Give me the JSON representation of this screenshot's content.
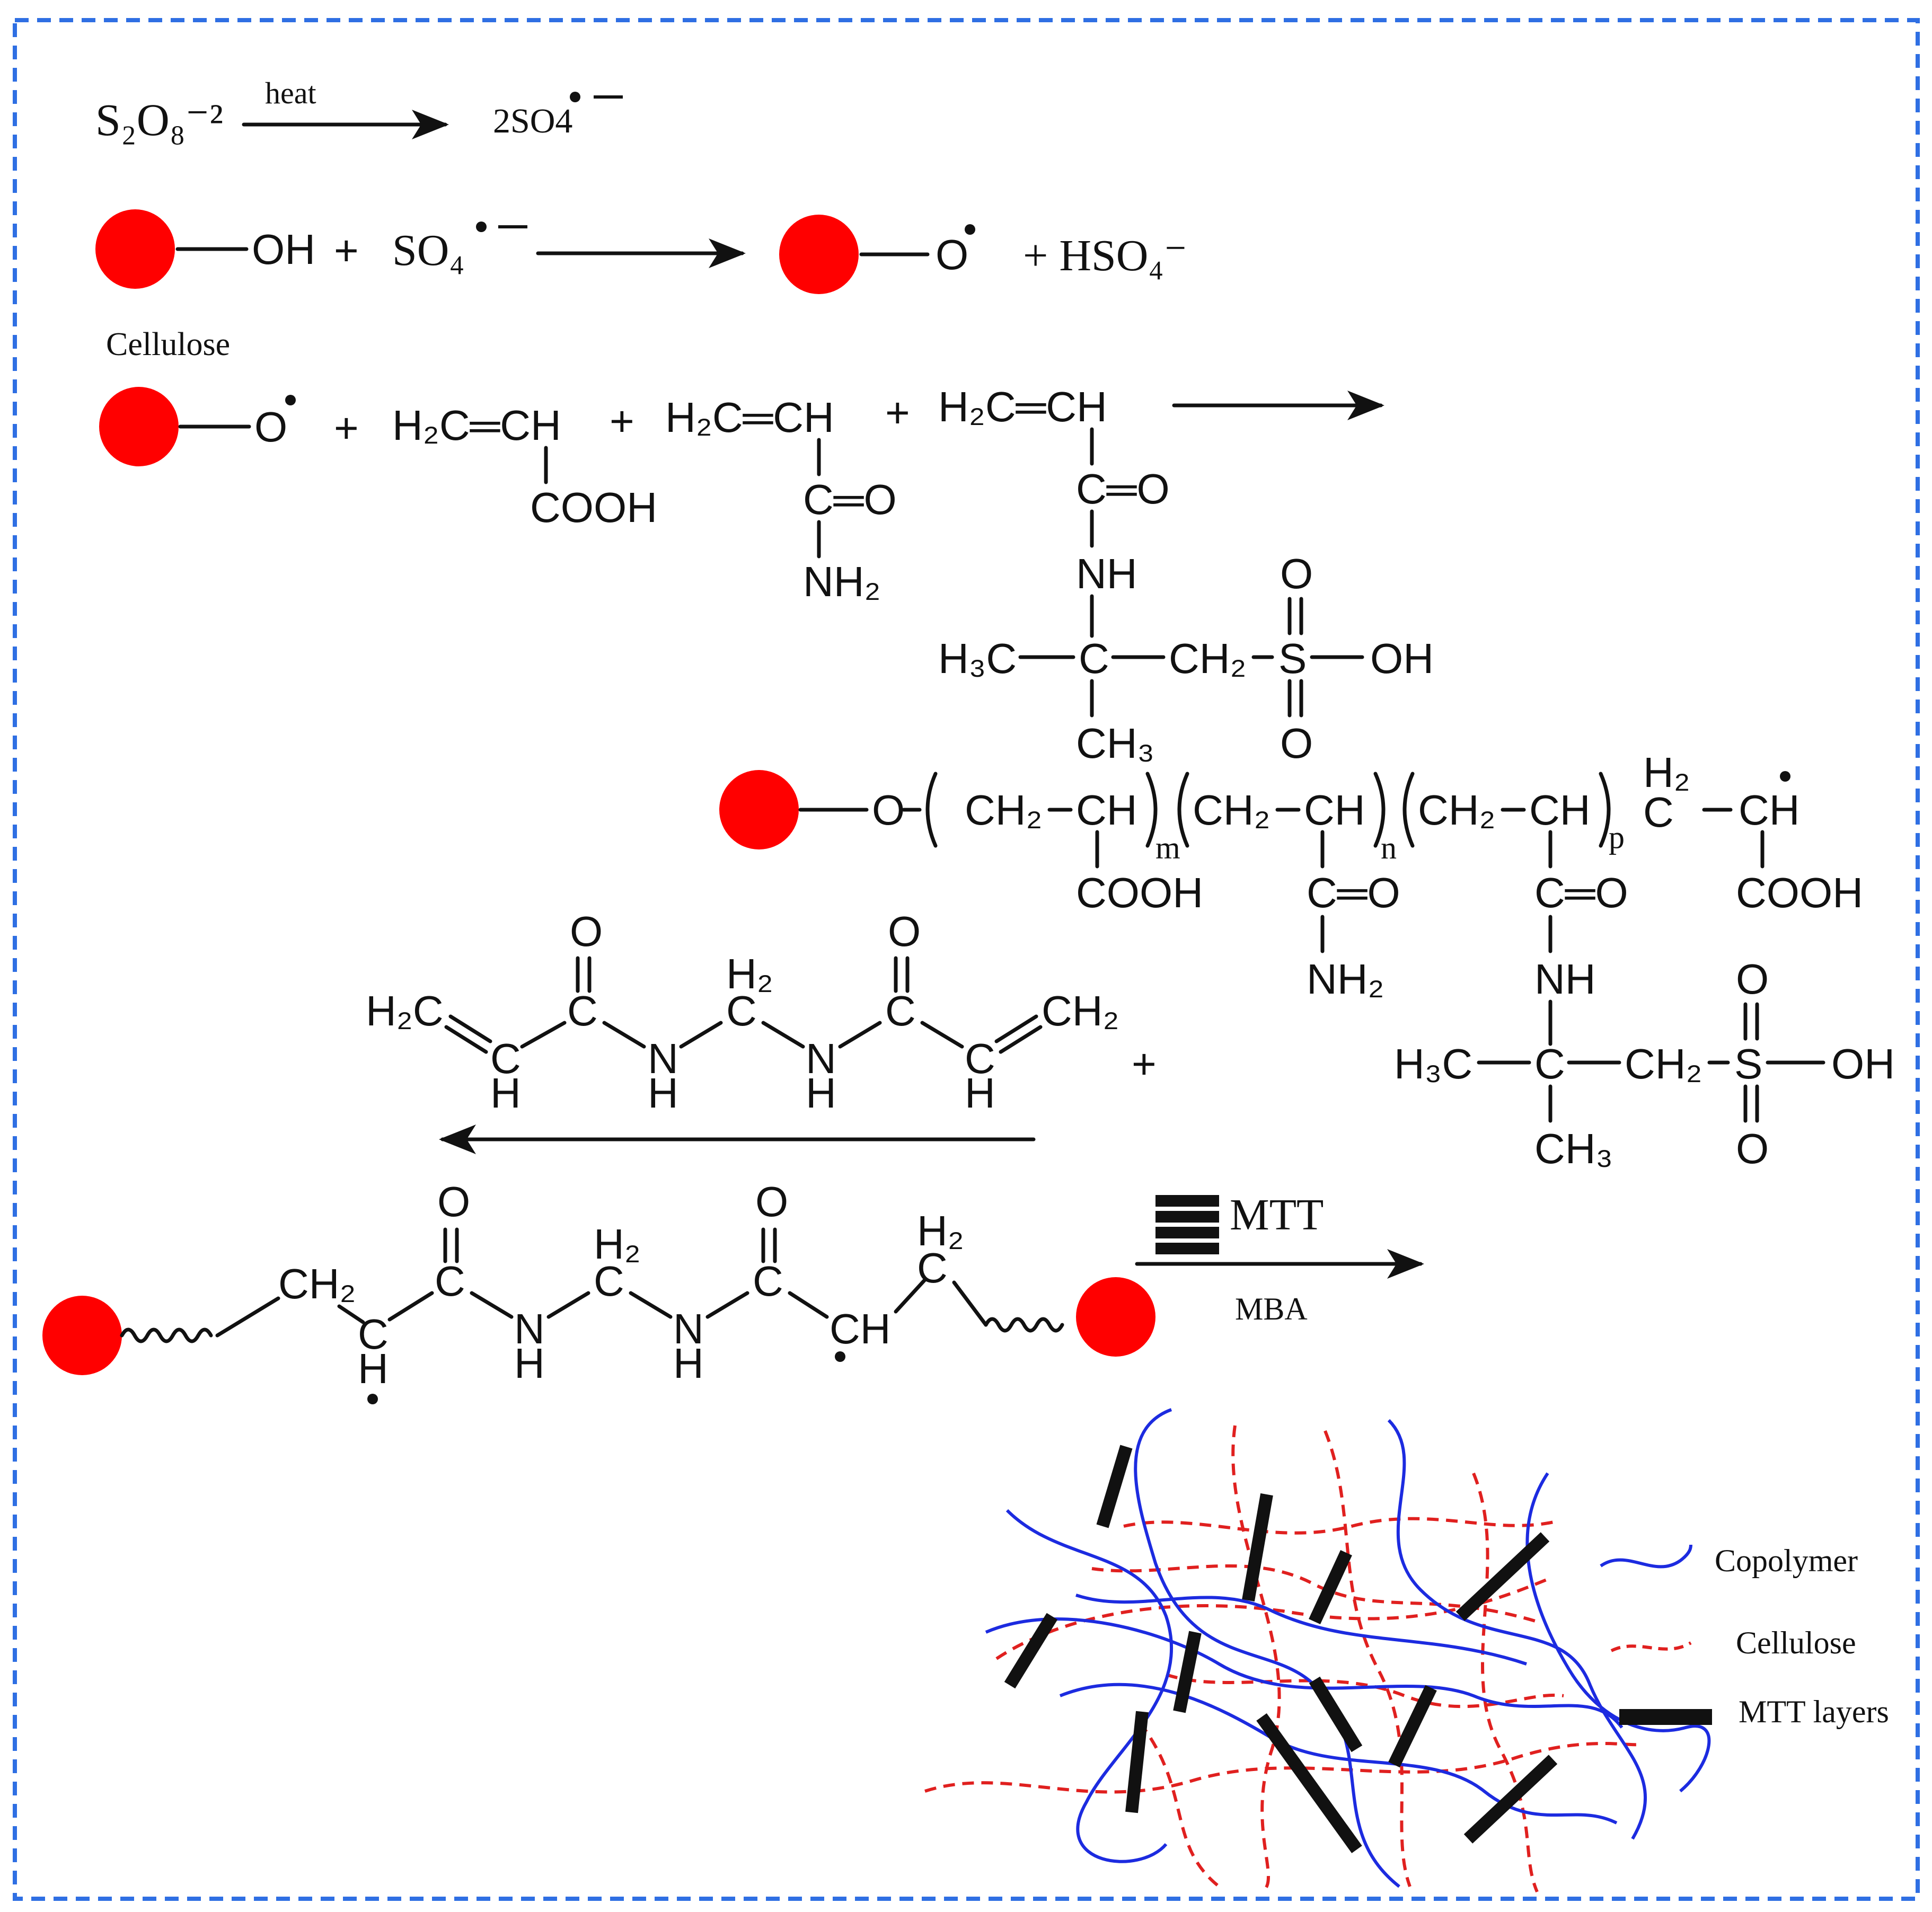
{
  "colors": {
    "border": "#2f6fe3",
    "cellulose_ball": "#ff0000",
    "copolymer_line": "#1c2be0",
    "cellulose_line": "#e0201f",
    "mtt_layer": "#111111"
  },
  "step1": {
    "reactant": "S₂O₈⁻²",
    "condition": "heat",
    "product": "2SO4"
  },
  "step2": {
    "oh": "OH",
    "plus1": "+",
    "radical": "SO₄",
    "o_radical": "O",
    "plus2": "+ HSO₄⁻",
    "cellulose_label": "Cellulose"
  },
  "step3": {
    "acrylic_top": "H₂C═CH",
    "acrylic_sub": "COOH",
    "acrylamide_top": "H₂C═CH",
    "acrylamide_co": "C═O",
    "acrylamide_nh2": "NH₂",
    "amps_top": "H₂C═CH",
    "amps_co": "C═O",
    "amps_nh": "NH",
    "amps_h3c": "H₃C",
    "amps_c": "C",
    "amps_ch2": "CH₂",
    "amps_s": "S",
    "amps_oh": "OH",
    "amps_o": "O",
    "amps_ch3": "CH₃",
    "plus": "+"
  },
  "step4": {
    "chain_o": "O",
    "ch2": "CH₂",
    "ch": "CH",
    "sub_m": "m",
    "sub_n": "n",
    "sub_p": "p",
    "h2": "H₂",
    "c": "C",
    "cooh": "COOH",
    "co": "C═O",
    "nh2": "NH₂",
    "nh": "NH",
    "h3c": "H₃C",
    "s": "S",
    "oh": "OH",
    "o": "O",
    "ch3": "CH₃",
    "plus": "+"
  },
  "mba": {
    "h2c": "H₂C",
    "ch2": "CH₂",
    "c": "C",
    "o": "O",
    "n": "N",
    "h": "H",
    "h2": "H₂"
  },
  "crosslink": {
    "ch2": "CH₂",
    "c": "C",
    "o": "O",
    "n": "N",
    "h": "H",
    "h2": "H₂",
    "ch": "CH"
  },
  "final_arrow": {
    "top": "MTT",
    "bottom": "MBA"
  },
  "legend": [
    {
      "label": "Copolymer",
      "style": "blue-wave"
    },
    {
      "label": "Cellulose",
      "style": "red-dash"
    },
    {
      "label": "MTT layers",
      "style": "black-bar"
    }
  ]
}
